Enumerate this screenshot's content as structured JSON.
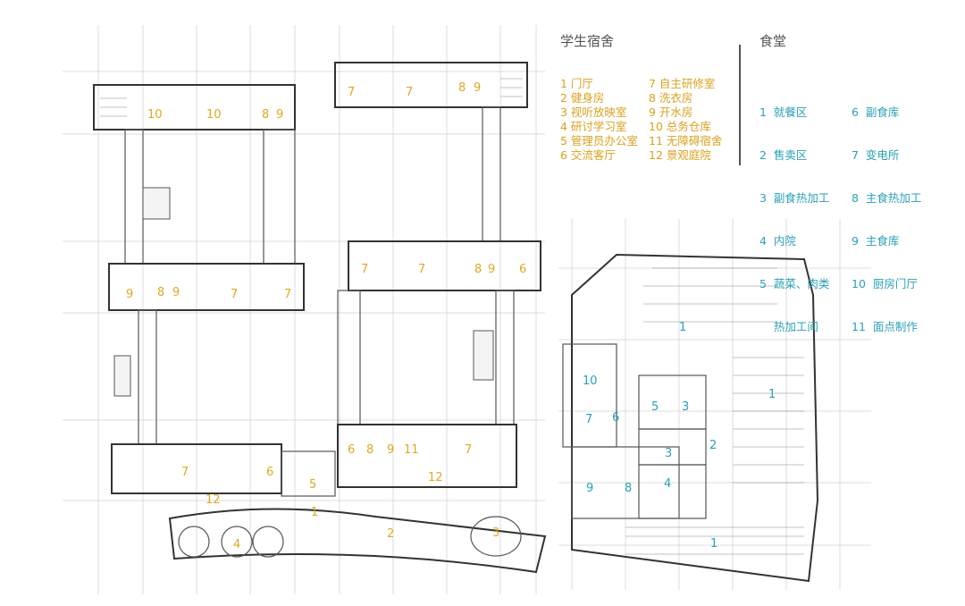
{
  "legend": {
    "dorm": {
      "title": "学生宿舍",
      "items": [
        "1  门厅",
        "2  健身房",
        "3  视听放映室",
        "4  研讨学习室",
        "5  管理员办公室",
        "6  交流客厅",
        "7  自主研修室",
        "8  洗衣房",
        "9  开水房",
        "10  总务仓库",
        "11  无障碍宿舍",
        "12  景观庭院"
      ]
    },
    "canteen": {
      "title": "食堂",
      "items": [
        "1  就餐区",
        "2  售卖区",
        "3  副食热加工",
        "4  内院",
        "5  蔬菜、肉类",
        "    热加工间",
        "6  副食库",
        "7  变电所",
        "8  主食热加工",
        "9  主食库",
        "10  厨房门厅",
        "11  面点制作"
      ]
    }
  },
  "plan_labels": {
    "dorm": [
      "10",
      "10",
      "8",
      "9",
      "7",
      "7",
      "8",
      "9",
      "7",
      "7",
      "8",
      "9",
      "6",
      "9",
      "8",
      "9",
      "7",
      "7",
      "6",
      "8",
      "9",
      "11",
      "7",
      "7",
      "6",
      "12",
      "5",
      "1",
      "12",
      "4",
      "2",
      "3"
    ],
    "canteen": [
      "1",
      "1",
      "10",
      "5",
      "3",
      "7",
      "6",
      "2",
      "3",
      "4",
      "9",
      "8",
      "1"
    ]
  },
  "colors": {
    "dorm": "#e0a820",
    "canteen": "#2a9fb8"
  }
}
